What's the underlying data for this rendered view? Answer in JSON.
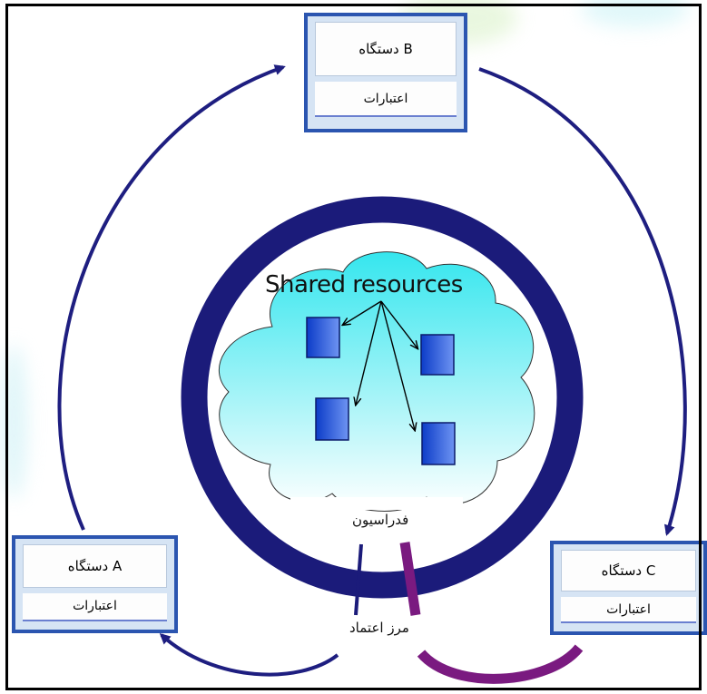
{
  "diagram": {
    "shared_resources_label": "Shared resources",
    "federation_label": "فدراسیون",
    "trust_boundary_label": "مرز اعتماد",
    "devices": {
      "a": {
        "name": "دستگاه  A",
        "credentials": "اعتبارات"
      },
      "b": {
        "name": "دستگاه  B",
        "credentials": "اعتبارات"
      },
      "c": {
        "name": "دستگاه  C",
        "credentials": "اعتبارات"
      }
    }
  },
  "colors": {
    "ring": "#1b1b7a",
    "arrow": "#1e1e80",
    "device_border": "#2b55b0",
    "trust_boundary": "#7a1a80",
    "cloud_top": "#35e6ee",
    "cloud_bottom": "#ffffff",
    "resource_block": "#1e4fd8"
  }
}
